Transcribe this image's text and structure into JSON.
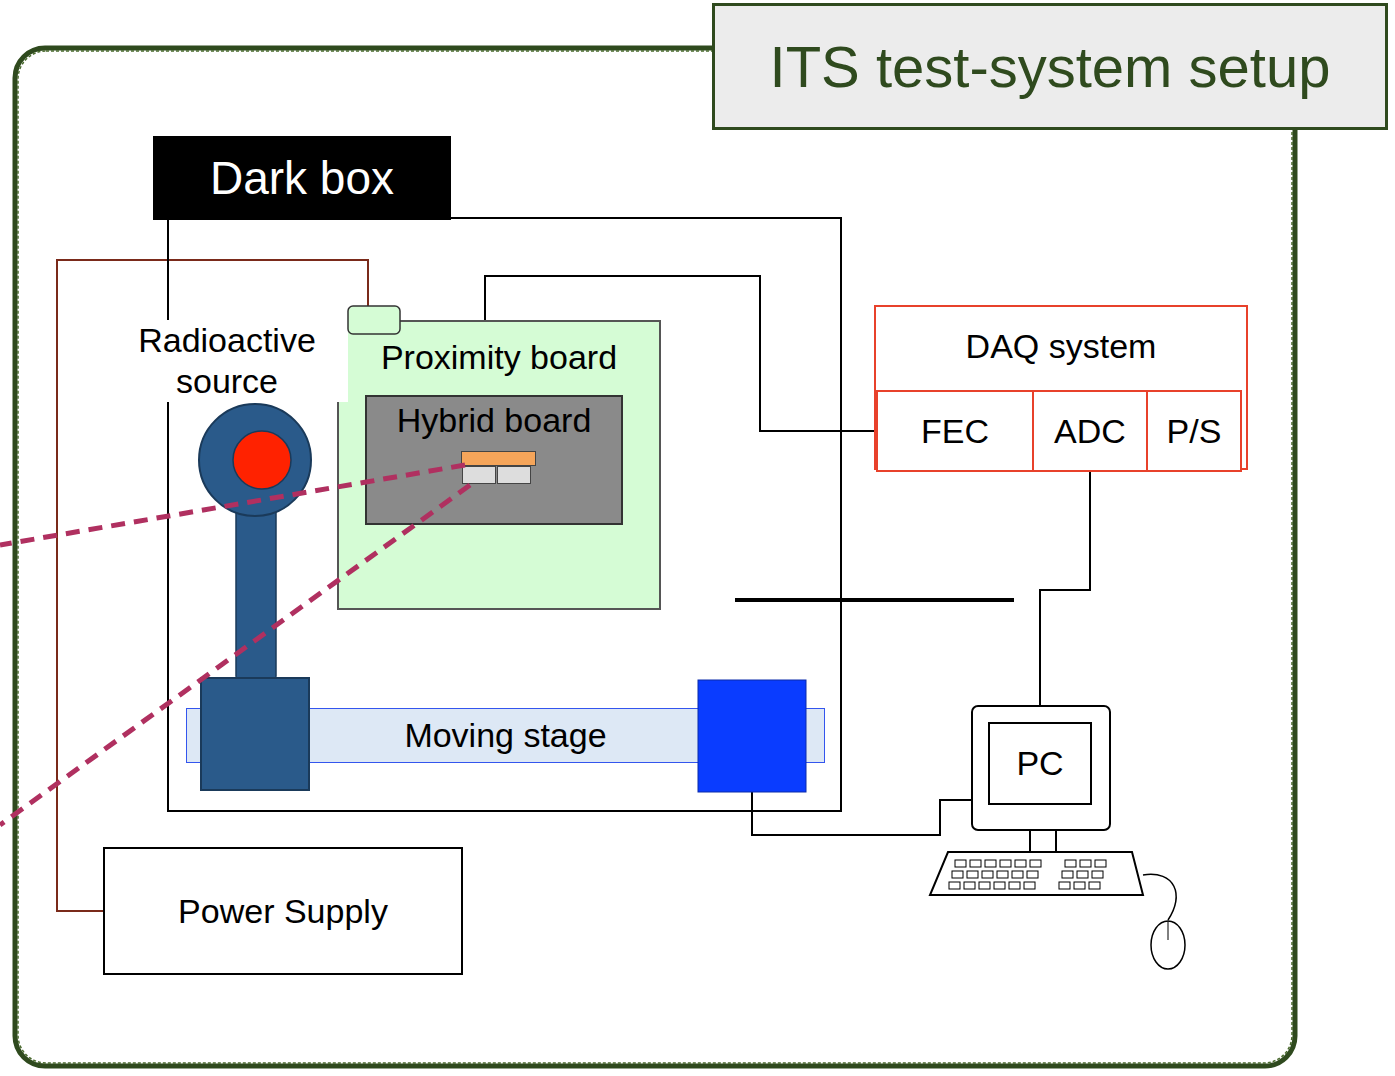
{
  "diagram": {
    "title": "ITS test-system setup",
    "nodes": [
      {
        "text": [
          "Dark box"
        ]
      },
      {
        "text": [
          "Proximity board"
        ],
        "in": 0
      },
      {
        "text": [
          "Hybrid board"
        ],
        "in": 1
      },
      {
        "text": [
          "Radioactive source"
        ],
        "in": 0
      },
      {
        "text": [
          "Moving stage"
        ],
        "in": 0
      },
      {
        "text": [
          "DAQ system"
        ]
      },
      {
        "text": [
          "FEC"
        ],
        "in": 5
      },
      {
        "text": [
          "ADC"
        ],
        "in": 5
      },
      {
        "text": [
          "P/S"
        ],
        "in": 5
      },
      {
        "text": [
          "PC"
        ]
      },
      {
        "text": [
          "Power Supply"
        ]
      }
    ],
    "edges": [
      {
        "from": 10,
        "to": 1,
        "arrow": "none"
      },
      {
        "from": 1,
        "to": 6,
        "arrow": "none"
      },
      {
        "from": 7,
        "to": 9,
        "arrow": "none"
      },
      {
        "from": 4,
        "to": 9,
        "arrow": "none"
      }
    ]
  }
}
